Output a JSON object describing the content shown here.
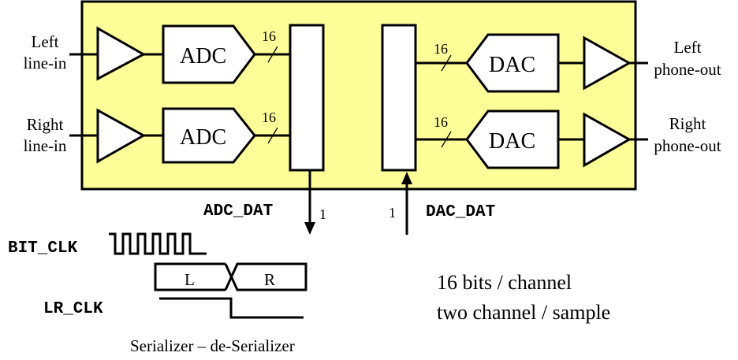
{
  "inputs": {
    "left": [
      "Left",
      "line-in"
    ],
    "right": [
      "Right",
      "line-in"
    ]
  },
  "outputs": {
    "left": [
      "Left",
      "phone-out"
    ],
    "right": [
      "Right",
      "phone-out"
    ]
  },
  "blocks": {
    "adc": "ADC",
    "dac": "DAC"
  },
  "bus_width": "16",
  "serial_width": "1",
  "signals": {
    "adc_dat": "ADC_DAT",
    "dac_dat": "DAC_DAT",
    "bit_clk": "BIT_CLK",
    "lr_clk": "LR_CLK"
  },
  "frame": {
    "left": "L",
    "right": "R"
  },
  "caption": "Serializer – de-Serializer",
  "notes": [
    "16 bits / channel",
    "two channel / sample"
  ],
  "colors": {
    "codec_fill": "#FFFF99",
    "stroke": "#000000"
  }
}
